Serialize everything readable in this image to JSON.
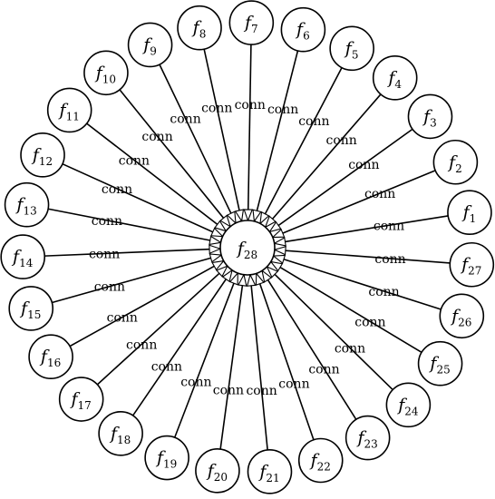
{
  "center": {
    "label": "f",
    "sub": "28"
  },
  "edge_label": "conn",
  "nodes": [
    {
      "label": "f",
      "sub": "1"
    },
    {
      "label": "f",
      "sub": "2"
    },
    {
      "label": "f",
      "sub": "3"
    },
    {
      "label": "f",
      "sub": "4"
    },
    {
      "label": "f",
      "sub": "5"
    },
    {
      "label": "f",
      "sub": "6"
    },
    {
      "label": "f",
      "sub": "7"
    },
    {
      "label": "f",
      "sub": "8"
    },
    {
      "label": "f",
      "sub": "9"
    },
    {
      "label": "f",
      "sub": "10"
    },
    {
      "label": "f",
      "sub": "11"
    },
    {
      "label": "f",
      "sub": "12"
    },
    {
      "label": "f",
      "sub": "13"
    },
    {
      "label": "f",
      "sub": "14"
    },
    {
      "label": "f",
      "sub": "15"
    },
    {
      "label": "f",
      "sub": "16"
    },
    {
      "label": "f",
      "sub": "17"
    },
    {
      "label": "f",
      "sub": "18"
    },
    {
      "label": "f",
      "sub": "19"
    },
    {
      "label": "f",
      "sub": "20"
    },
    {
      "label": "f",
      "sub": "21"
    },
    {
      "label": "f",
      "sub": "22"
    },
    {
      "label": "f",
      "sub": "23"
    },
    {
      "label": "f",
      "sub": "24"
    },
    {
      "label": "f",
      "sub": "25"
    },
    {
      "label": "f",
      "sub": "26"
    },
    {
      "label": "f",
      "sub": "27"
    }
  ]
}
